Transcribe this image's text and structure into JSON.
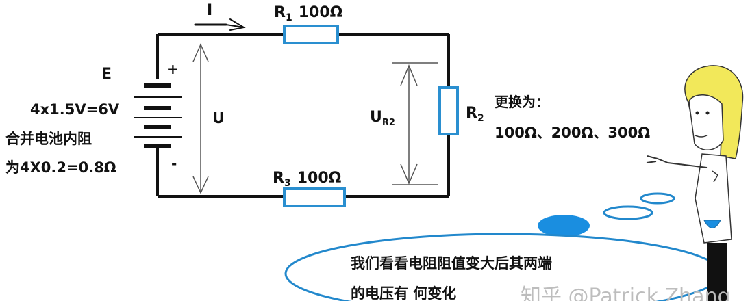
{
  "current": {
    "label": "I"
  },
  "r1": {
    "letter": "R",
    "sub": "1",
    "value": "100Ω"
  },
  "r2": {
    "letter": "R",
    "sub": "2"
  },
  "r3": {
    "letter": "R",
    "sub": "3",
    "value": "100Ω"
  },
  "source": {
    "name": "E",
    "plus": "+",
    "minus": "-",
    "formula": "4x1.5V=6V",
    "line1": "合并电池内阻",
    "line2": "为4X0.2=0.8Ω"
  },
  "voltage_u": {
    "label": "U"
  },
  "voltage_ur2": {
    "letter": "U",
    "sub": "R2"
  },
  "replace": {
    "title": "更换为：",
    "values": "100Ω、200Ω、300Ω"
  },
  "bubble": {
    "line1": "我们看看电阻阻值变大后其两端",
    "line2": "的电压有 何变化"
  },
  "watermark": {
    "text": "知乎 @Patrick Zhang"
  },
  "colors": {
    "wire": "#111111",
    "resistor": "#2a8fd0",
    "bubble_fill": "#1a8ee0",
    "bubble_stroke": "#2288cc",
    "hair": "#f2e85a"
  }
}
